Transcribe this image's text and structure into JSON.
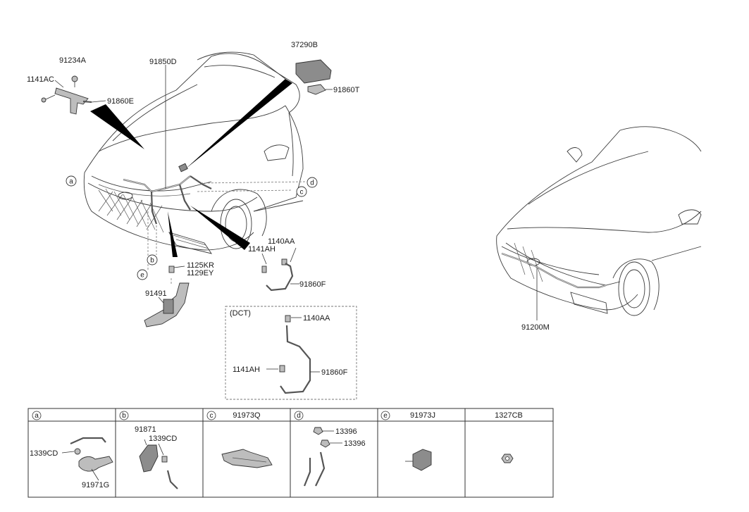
{
  "labels": {
    "p91234A": "91234A",
    "p1141AC": "1141AC",
    "p91860E": "91860E",
    "p91850D": "91850D",
    "p37290B": "37290B",
    "p91860T": "91860T",
    "p1125KR": "1125KR",
    "p1129EY": "1129EY",
    "p91491": "91491",
    "p1140AA": "1140AA",
    "p1141AH": "1141AH",
    "p91860F": "91860F",
    "dct": "(DCT)",
    "dct_1140AA": "1140AA",
    "dct_1141AH": "1141AH",
    "dct_91860F": "91860F",
    "p91200M": "91200M"
  },
  "callouts": {
    "a": "a",
    "b": "b",
    "c": "c",
    "d": "d",
    "e": "e"
  },
  "table": {
    "cells": [
      {
        "key": "a",
        "header": "",
        "parts": [
          "1339CD",
          "91971G"
        ]
      },
      {
        "key": "b",
        "header": "",
        "parts": [
          "91871",
          "1339CD"
        ]
      },
      {
        "key": "c",
        "header": "91973Q",
        "parts": []
      },
      {
        "key": "d",
        "header": "",
        "parts": [
          "13396",
          "13396"
        ]
      },
      {
        "key": "e",
        "header": "91973J",
        "parts": []
      },
      {
        "key": "",
        "header": "1327CB",
        "parts": []
      }
    ]
  }
}
